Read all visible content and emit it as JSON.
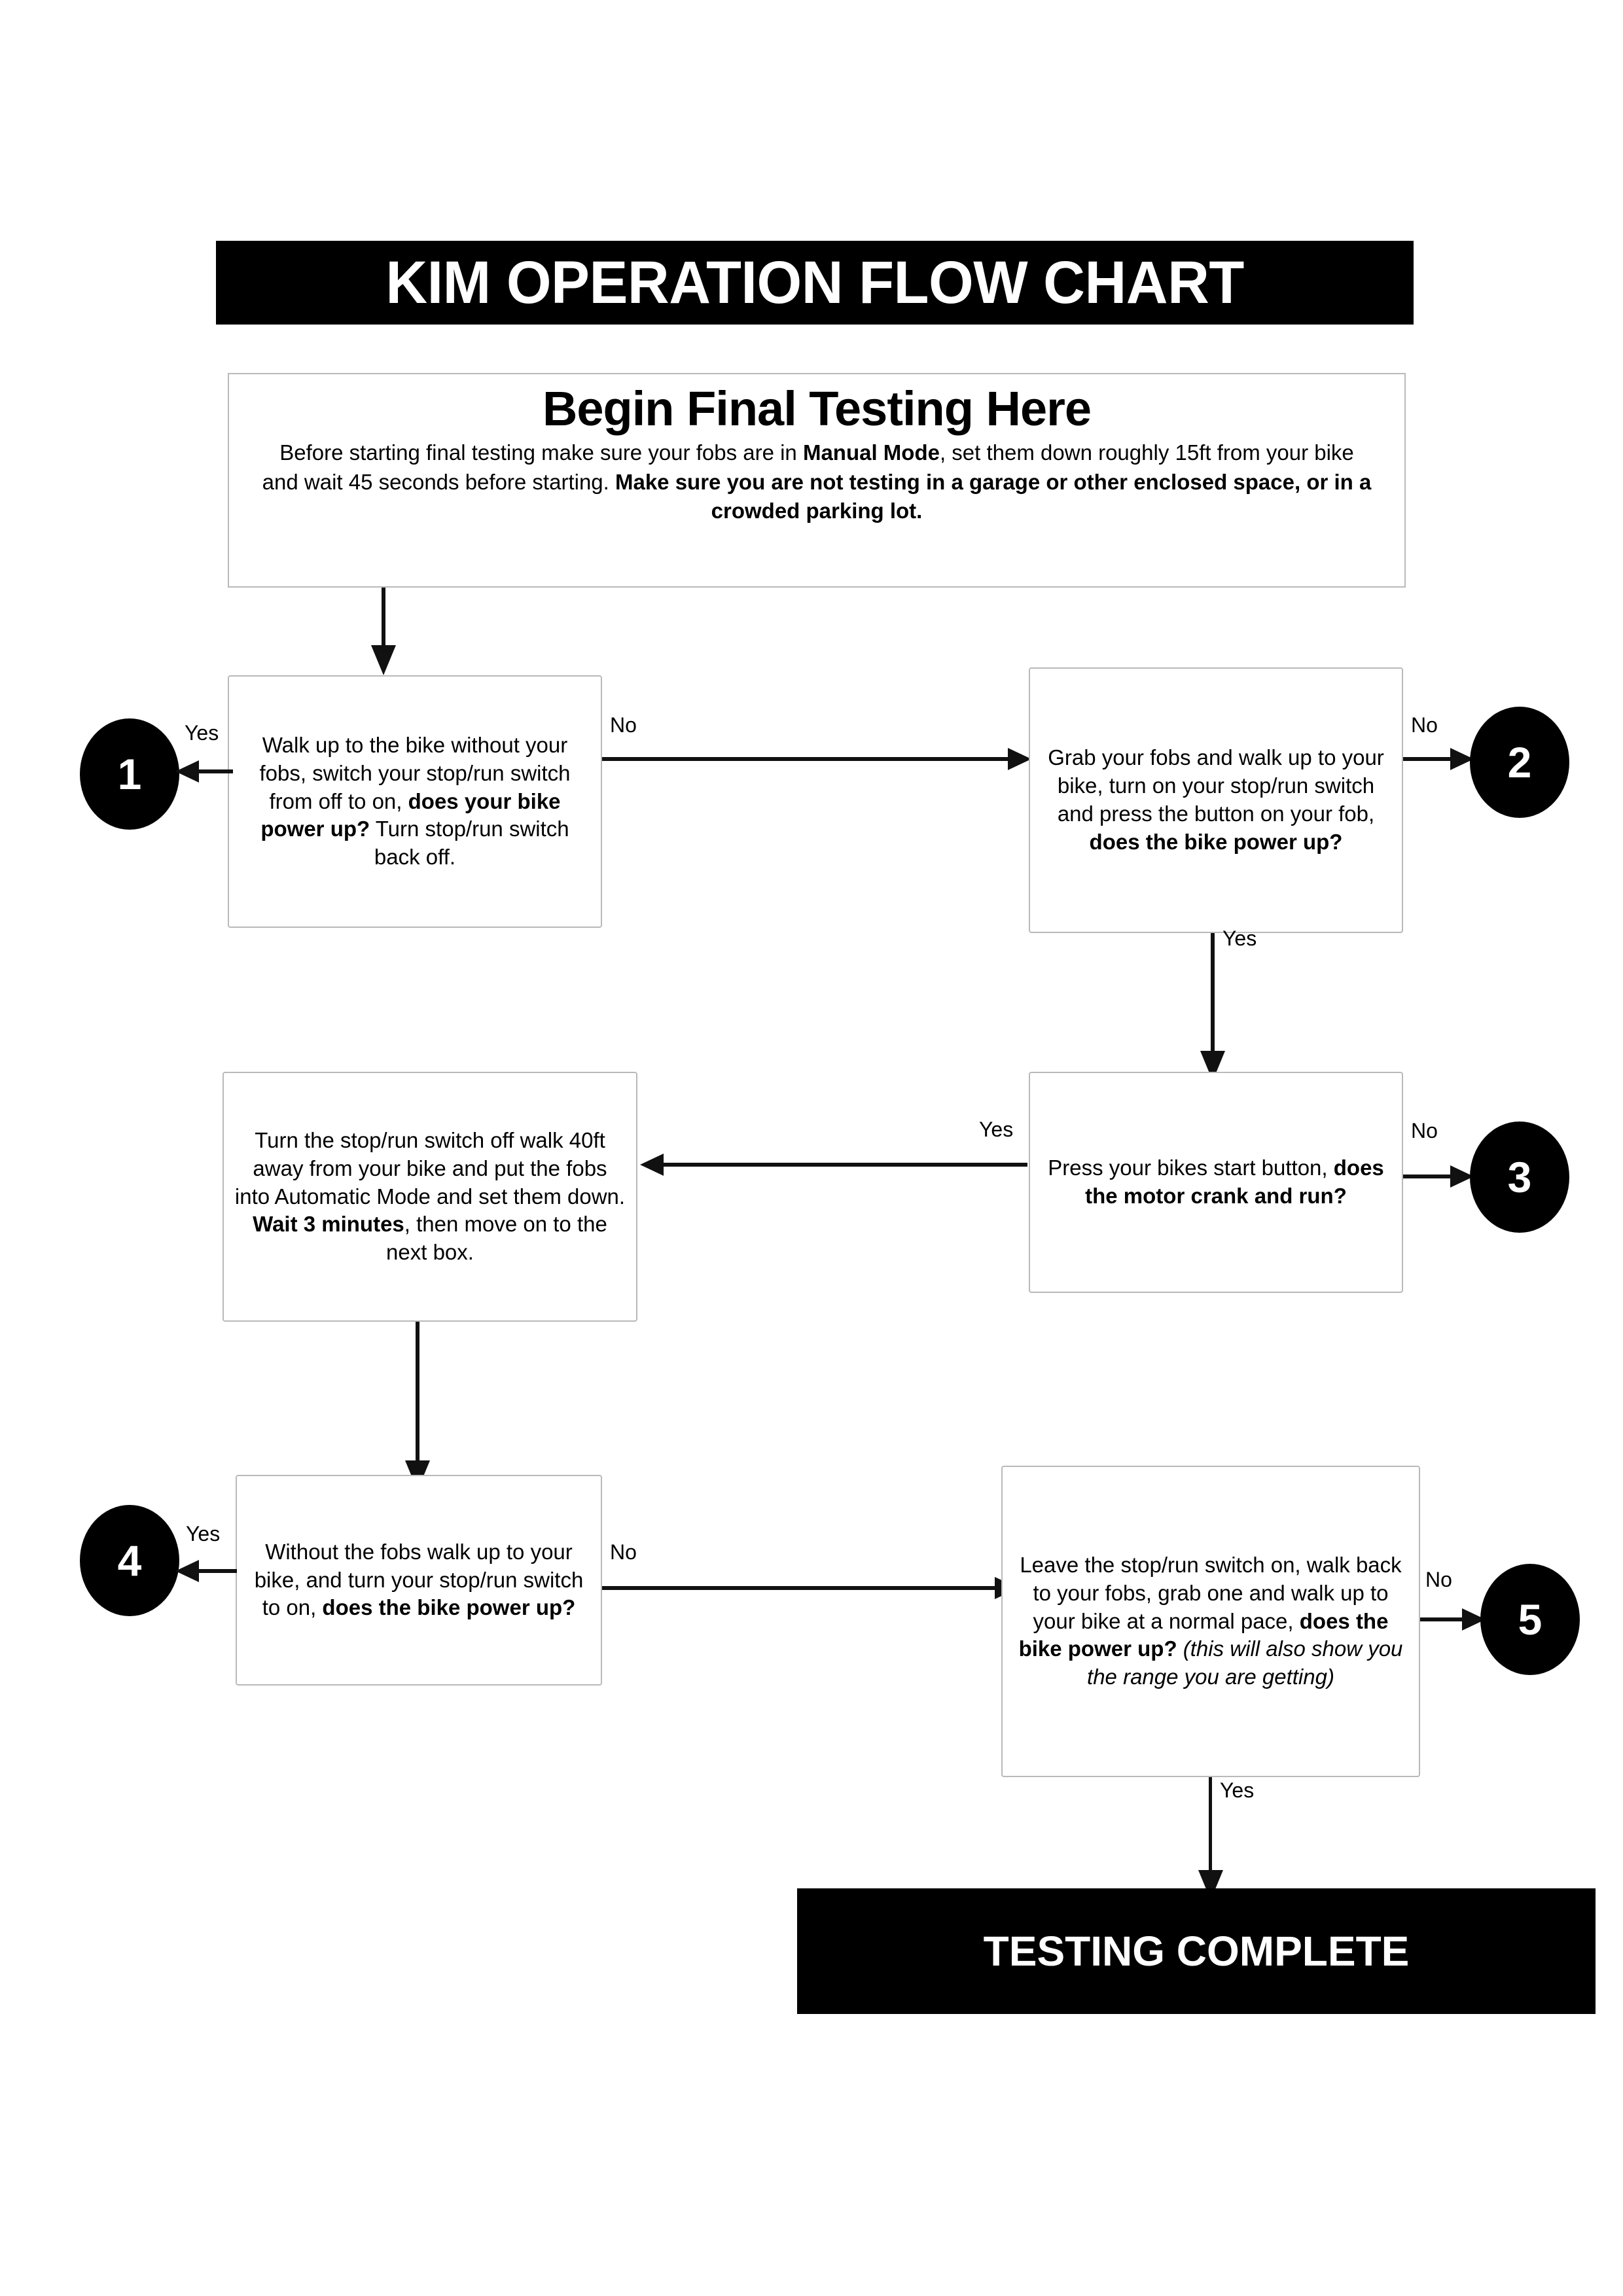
{
  "page": {
    "background_color": "#ffffff",
    "ink_color": "#000000",
    "box_border_color": "#b9b9b9"
  },
  "header": {
    "title": "KIM OPERATION FLOW CHART"
  },
  "intro": {
    "heading": "Begin Final Testing Here",
    "line1_a": "Before starting final testing make sure your fobs are in ",
    "line1_b": "Manual Mode",
    "line1_c": ", set them down",
    "line2_a": "roughly 15ft from your bike and wait 45 seconds before starting. ",
    "line2_b": "Make sure you are",
    "line3_b": "not testing in a garage or other enclosed space, or in a crowded parking lot."
  },
  "boxes": {
    "box1": {
      "text_a": "Walk up to the bike without your fobs, switch your stop/run switch from off to on, ",
      "text_b": "does your bike power up?",
      "text_c": " Turn stop/run switch back off."
    },
    "box2": {
      "text_a": "Grab your fobs and walk up to your bike, turn on your stop/run switch and press the button on your fob, ",
      "text_b": "does the bike power up?"
    },
    "box3": {
      "text_a": "Press your bikes start button, ",
      "text_b": "does the motor crank and run?"
    },
    "box_wait": {
      "text_a": "Turn the stop/run switch off walk 40ft away from your bike and put the fobs into Automatic Mode and set them down. ",
      "text_b": "Wait 3 minutes",
      "text_c": ", then move on to the next box."
    },
    "box4": {
      "text_a": "Without the fobs walk up to your bike, and turn your stop/run switch to on, ",
      "text_b": "does the bike power up?"
    },
    "box5": {
      "text_a": "Leave the stop/run switch on, walk back to your fobs, grab one and walk up to your bike at a normal pace, ",
      "text_b": "does the bike power up?",
      "text_c": " (this will also show you the range you are getting)"
    }
  },
  "circles": {
    "one": "1",
    "two": "2",
    "three": "3",
    "four": "4",
    "five": "5"
  },
  "edges": {
    "intro_to_box1": "",
    "box1_yes": "Yes",
    "box1_no": "No",
    "box2_no": "No",
    "box2_yes": "Yes",
    "box3_yes": "Yes",
    "box3_no": "No",
    "wait_to_box4": "",
    "box4_yes": "Yes",
    "box4_no": "No",
    "box5_no": "No",
    "box5_yes": "Yes"
  },
  "terminal": {
    "label": "TESTING COMPLETE"
  }
}
